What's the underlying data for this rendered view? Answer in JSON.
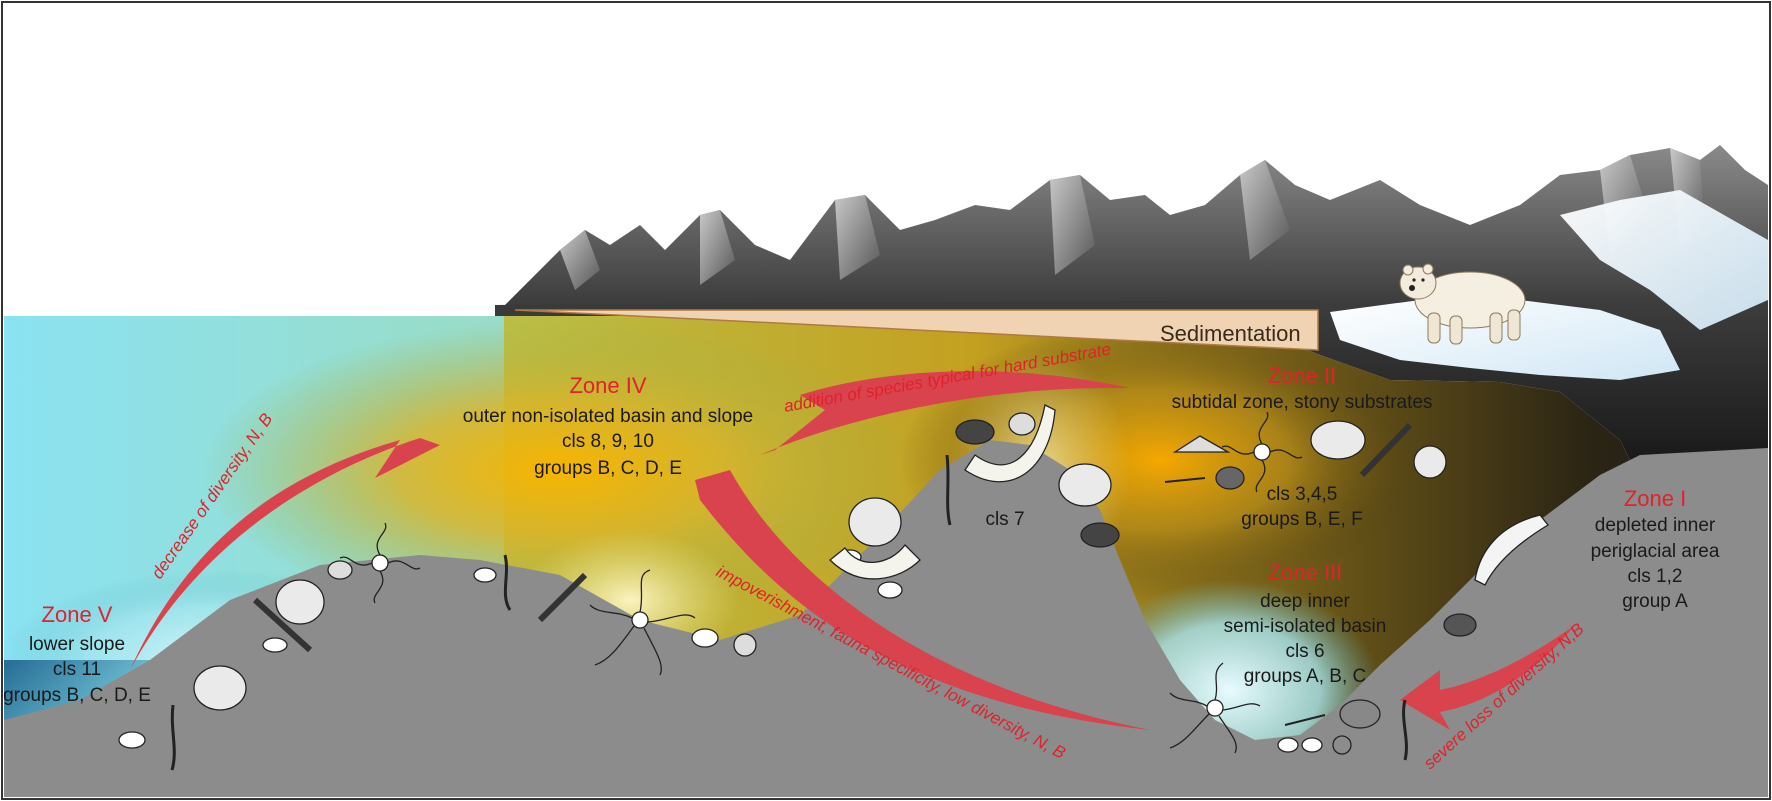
{
  "sedimentation": "Sedimentation",
  "zones": [
    {
      "id": "zone-v",
      "title": "Zone V",
      "lines": [
        "lower slope",
        "cls 11",
        "groups B, C, D, E"
      ]
    },
    {
      "id": "zone-iv",
      "title": "Zone IV",
      "lines": [
        "outer non-isolated  basin and slope",
        "cls 8, 9, 10",
        "groups B, C, D, E"
      ]
    },
    {
      "id": "zone-ii",
      "title": "Zone II",
      "lines": [
        "subtidal zone, stony substrates"
      ]
    },
    {
      "id": "zone-ii-b",
      "title": "",
      "lines": [
        "cls 3,4,5",
        "groups B, E, F"
      ]
    },
    {
      "id": "zone-iii",
      "title": "Zone III",
      "lines": [
        "deep inner",
        "semi-isolated basin",
        "cls 6",
        "groups A, B, C"
      ]
    },
    {
      "id": "zone-i",
      "title": "Zone I",
      "lines": [
        "depleted inner",
        "periglacial area",
        "cls 1,2",
        "group A"
      ]
    }
  ],
  "cls7": "cls 7",
  "arrows": {
    "decrease": "decrease of diversity, N, B",
    "addition": "addition of species typical for hard substrate",
    "impoverishment": "impoverishment, fauna specificity, low diversity, N, B",
    "severe": "severe loss of diversity, N,B"
  },
  "colors": {
    "sea": "#8ee6f5",
    "seabed": "#8c8c8c",
    "zone_title": "#e0222b",
    "arrow": "#d9434d",
    "sediment": "#f0d3b2",
    "water_glow": "#f2b400"
  },
  "icons": [
    "polar-bear-icon",
    "brittle-star-icon",
    "bivalve-icon",
    "polychaete-worm-icon",
    "amphipod-icon",
    "scallop-icon",
    "tube-worm-icon",
    "ophiuroid-icon"
  ]
}
